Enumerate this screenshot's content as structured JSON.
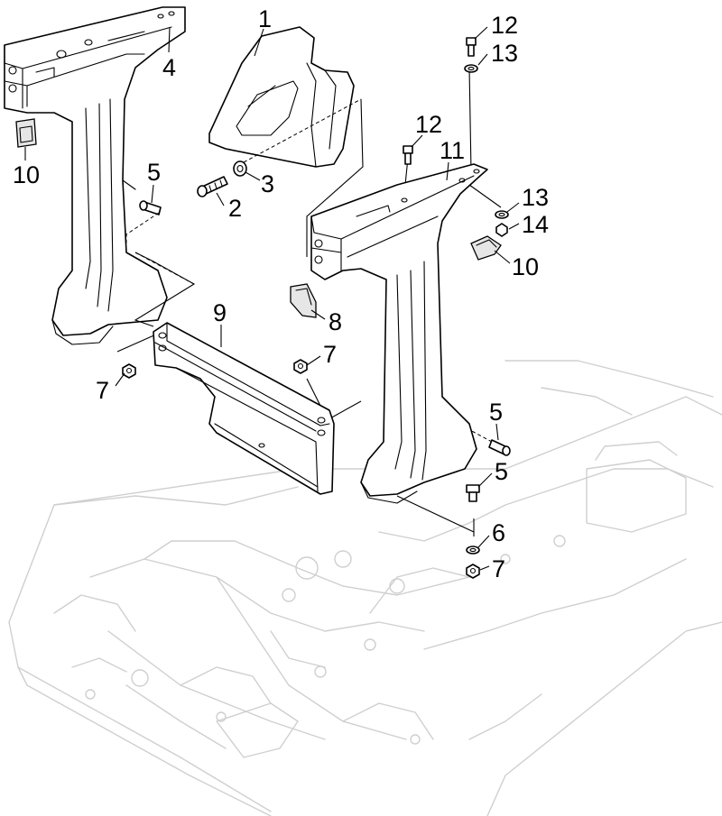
{
  "callouts": {
    "c1": "1",
    "c2": "2",
    "c3": "3",
    "c4": "4",
    "c5a": "5",
    "c5b": "5",
    "c5c": "5",
    "c6": "6",
    "c7a": "7",
    "c7b": "7",
    "c7c": "7",
    "c8": "8",
    "c9": "9",
    "c10a": "10",
    "c10b": "10",
    "c11": "11",
    "c12a": "12",
    "c12b": "12",
    "c13a": "13",
    "c13b": "13",
    "c14": "14"
  }
}
